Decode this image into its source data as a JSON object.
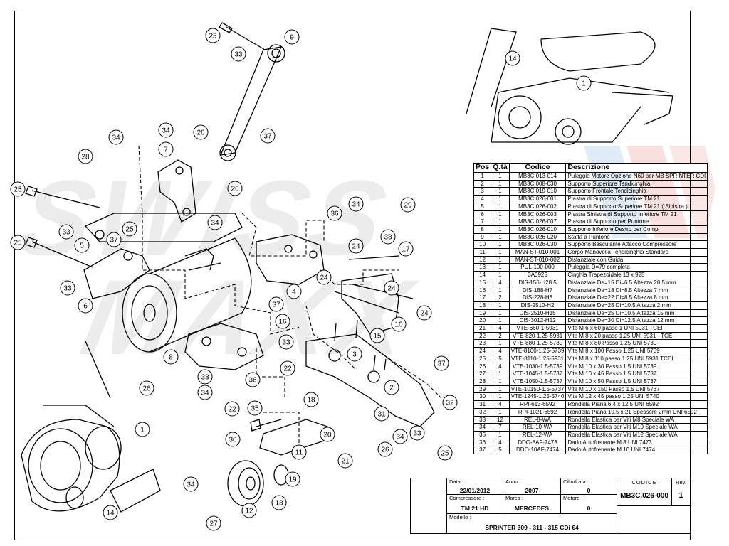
{
  "callouts": [
    "1",
    "2",
    "3",
    "4",
    "5",
    "6",
    "7",
    "8",
    "9",
    "10",
    "11",
    "12",
    "13",
    "14",
    "15",
    "16",
    "17",
    "18",
    "19",
    "20",
    "21",
    "22",
    "23",
    "24",
    "25",
    "26",
    "27",
    "28",
    "29",
    "30",
    "31",
    "32",
    "33",
    "34",
    "35",
    "36",
    "37"
  ],
  "table": {
    "headers": [
      "Pos",
      "Q.tà",
      "Codice",
      "Descrizione"
    ],
    "rows": [
      [
        "1",
        "1",
        "MB3C.013-014",
        "Puleggia Motore Opzione N60 per MB SPRINTER CDI"
      ],
      [
        "2",
        "1",
        "MB3C.008-030",
        "Supporto Superiore Tendicinghia"
      ],
      [
        "3",
        "1",
        "MB3C.019-010",
        "Supporto Frontale Tendicinghia"
      ],
      [
        "4",
        "1",
        "MB3C.026-001",
        "Piastra di Supporto Superiore TM 21"
      ],
      [
        "5",
        "1",
        "MB3C.026-002",
        "Piastra di Supporto Superiore TM 21 ( Sinistra )"
      ],
      [
        "6",
        "1",
        "MB3C.026-003",
        "Piastra Sinistra di Supporto Inferiore  TM 21"
      ],
      [
        "7",
        "1",
        "MB3C.026-007",
        "Piastra di Supporto per Puntone"
      ],
      [
        "8",
        "1",
        "MB3C.026-010",
        "Supporto Inferiore Destro per Comp."
      ],
      [
        "9",
        "1",
        "MB3C.026-020",
        "Staffa a Puntone"
      ],
      [
        "10",
        "1",
        "MB3C.026-030",
        "Supporto Basculante Attacco Compressore"
      ],
      [
        "11",
        "1",
        "MAN-ST-010-001",
        "Corpo Manovella Tendicinghia Standard"
      ],
      [
        "12",
        "1",
        "MAN-ST-010-002",
        "Distanziale con Guida"
      ],
      [
        "13",
        "1",
        "PUL-100-000",
        "Puleggia D=79 completa"
      ],
      [
        "14",
        "1",
        "3A0925",
        "Cinghia Trapezoidale 13 x 925"
      ],
      [
        "15",
        "4",
        "DIS-156-H28.5",
        "Distanziale De=15 Di=6.5 Altezza 28.5 mm"
      ],
      [
        "16",
        "1",
        "DIS-188-H7",
        "Distanziale De=18 Di=8.5 Altezza 7 mm"
      ],
      [
        "17",
        "2",
        "DIS-228-H8",
        "Distanziale De=22 Di=8.5 Altezza 8 mm"
      ],
      [
        "18",
        "1",
        "DIS-2510-H2",
        "Distanziale De=25 Di=10.5 Altezza 2 mm"
      ],
      [
        "19",
        "1",
        "DIS-2510-H15",
        "Distanziale De=25 Di=10.5 Altezza 15 mm"
      ],
      [
        "20",
        "1",
        "DIS-3012-H12",
        "Distanziale De=30 Di=12.5 Altezza 12 mm"
      ],
      [
        "21",
        "4",
        "VTE-660-1-5931",
        "Vite M 6 x 60 passo 1 UNI 5931 TCEI"
      ],
      [
        "22",
        "2",
        "VTE-820-1.25-5931",
        "Vite M 8 x 20 passo 1.25 UNI 5931 - TCEI"
      ],
      [
        "23",
        "1",
        "VTE-880-1.25-5739",
        "Vite M 8 x 80 Passo 1.25 UNI 5739"
      ],
      [
        "24",
        "4",
        "VTE-8100-1.25-5739",
        "Vite M 8 x 100 Passo 1.25 UNI 5739"
      ],
      [
        "25",
        "5",
        "VTE-8110-1.25-5931",
        "Vite M 8 x 110 passo 1.25 UNI 5931 TCEI"
      ],
      [
        "26",
        "4",
        "VTE-1030-1.5-5739",
        "Vite M 10 x 30 Passo 1.5 UNI 5739"
      ],
      [
        "27",
        "1",
        "VTE-1045-1.5-5737",
        "Vite M 10 x 45 Passo 1.5 UNI 5737"
      ],
      [
        "28",
        "1",
        "VTE-1050-1.5-5737",
        "Vite M 10 x 50 Passo 1.5 UNI 5737"
      ],
      [
        "29",
        "1",
        "VTE-10150-1.5-5737",
        "Vite M 10 x 150 Passo 1.5 UNI 5737"
      ],
      [
        "30",
        "1",
        "VTE-1245-1.25-5740",
        "Vite M 12 x 45 passo 1.25 UNI 5740"
      ],
      [
        "31",
        "4",
        "RPI-613-6592",
        "Rondella Piana 6.4 x 12.5 UNI 6592"
      ],
      [
        "32",
        "1",
        "RPI-1021-6592",
        "Rondella Piana 10.5 x 21 Spessore 2mm  UNI 6592"
      ],
      [
        "33",
        "12",
        "REL-8-WA",
        "Rondella Elastica per Viti M8 Speciale WA"
      ],
      [
        "34",
        "7",
        "REL-10-WA",
        "Rondella Elastica per Viti M10 Speciale WA"
      ],
      [
        "35",
        "1",
        "REL-12-WA",
        "Rondella Elastica per Viti M12 Speciale WA"
      ],
      [
        "36",
        "4",
        "DDO-8AF-7473",
        "Dado Autofrenante M 8 UNI 7473"
      ],
      [
        "37",
        "5",
        "DDO-10AF-7474",
        "Dado Autofrenante M 10 UNI 7474"
      ]
    ]
  },
  "title_block": {
    "data_label": "Data :",
    "data_value": "22/01/2012",
    "anno_label": "Anno :",
    "anno_value": "2007",
    "cilindrata_label": "Cilindrata :",
    "cilindrata_value": "0",
    "codice_label": "CODICE",
    "codice_value": "MB3C.026-000",
    "rev_label": "Rev.",
    "rev_value": "1",
    "compressore_label": "Compressore :",
    "compressore_value": "TM 21 HD",
    "marca_label": "Marca :",
    "marca_value": "MERCEDES",
    "motore_label": "Motore :",
    "motore_value": "0",
    "modello_label": "Modello :",
    "modello_value": "SPRINTER 309 - 311 - 315 CDi €4"
  },
  "colors": {
    "ink": "#000000",
    "watermark_gray": "#c8c8c8",
    "watermark_blue": "#b9d3ee",
    "watermark_red": "#f3b7b7"
  }
}
